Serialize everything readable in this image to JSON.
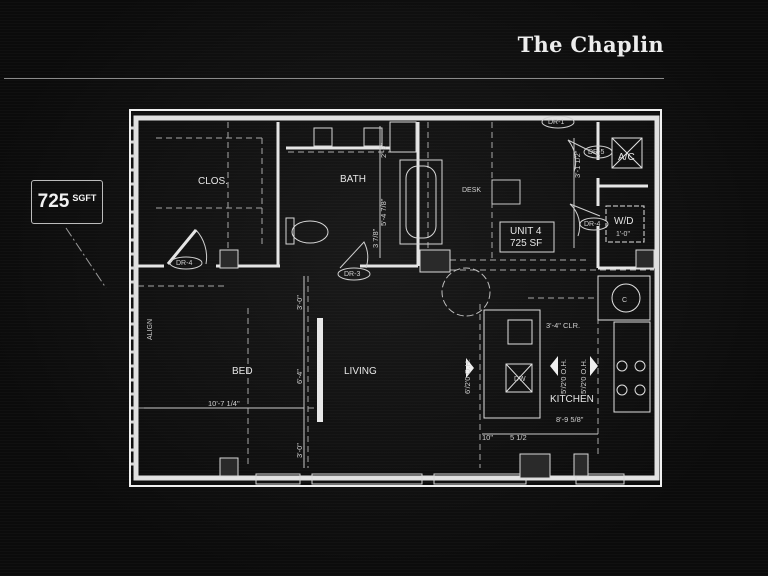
{
  "title": "The Chaplin",
  "area": {
    "value": "725",
    "unit": "SGFT"
  },
  "plan": {
    "rooms": {
      "closet": "CLOS.",
      "bath": "BATH",
      "bed": "BED",
      "living": "LIVING",
      "kitchen": "KITCHEN",
      "desk": "DESK",
      "ac": "A/C",
      "wd": "W/D",
      "wd_dim": "1'-0\"",
      "unit_name": "UNIT 4",
      "unit_area": "725 SF",
      "align": "ALIGN",
      "dw": "DW",
      "range": "C"
    },
    "doors": [
      "DR-1",
      "DR-5",
      "DR-4",
      "DR-3",
      "DR-4"
    ],
    "dimensions": {
      "bath_width": "5'-4 7/8\"",
      "bath_side": "3 7/8\"",
      "bath_top": "2'-9\"",
      "closet_right": "3'-1 1/2\"",
      "living_top": "3'-0\"",
      "living_mid": "6'-4\"",
      "living_bottom": "3'-0\"",
      "bed_width": "10'-7 1/4\"",
      "island_oh_1": "6'/2'0 O.H.",
      "island_oh_2": "5'/2'0 O.H.",
      "island_oh_3": "5'/2'0 O.H.",
      "counter_clr": "3'-4\" CLR.",
      "kitchen_width": "8'-9 5/8\"",
      "kitchen_ten": "10\"",
      "kitchen_five": "5 1/2"
    }
  }
}
